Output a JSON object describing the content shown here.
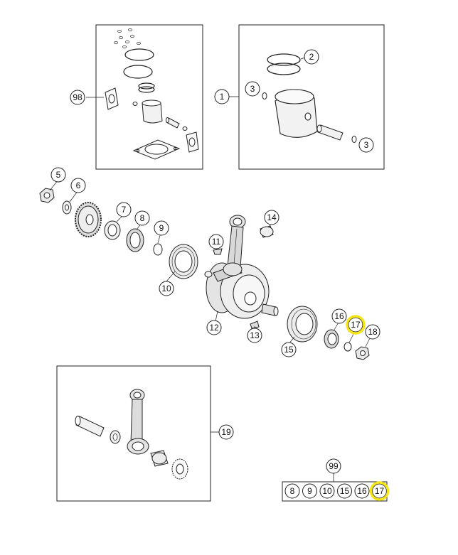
{
  "colors": {
    "line": "#222222",
    "part_fill": "#f2f2f2",
    "part_shade": "#d7d7d7",
    "highlight": "#f5e51a"
  },
  "callouts": [
    {
      "id": "c98",
      "label": "98",
      "highlighted": false
    },
    {
      "id": "c1",
      "label": "1",
      "highlighted": false
    },
    {
      "id": "c2",
      "label": "2",
      "highlighted": false
    },
    {
      "id": "c3a",
      "label": "3",
      "highlighted": false
    },
    {
      "id": "c3b",
      "label": "3",
      "highlighted": false
    },
    {
      "id": "c5",
      "label": "5",
      "highlighted": false
    },
    {
      "id": "c6",
      "label": "6",
      "highlighted": false
    },
    {
      "id": "c7",
      "label": "7",
      "highlighted": false
    },
    {
      "id": "c8",
      "label": "8",
      "highlighted": false
    },
    {
      "id": "c9",
      "label": "9",
      "highlighted": false
    },
    {
      "id": "c10",
      "label": "10",
      "highlighted": false
    },
    {
      "id": "c11",
      "label": "11",
      "highlighted": false
    },
    {
      "id": "c12",
      "label": "12",
      "highlighted": false
    },
    {
      "id": "c13",
      "label": "13",
      "highlighted": false
    },
    {
      "id": "c14",
      "label": "14",
      "highlighted": false
    },
    {
      "id": "c15",
      "label": "15",
      "highlighted": false
    },
    {
      "id": "c16",
      "label": "16",
      "highlighted": false
    },
    {
      "id": "c17",
      "label": "17",
      "highlighted": true
    },
    {
      "id": "c18",
      "label": "18",
      "highlighted": false
    },
    {
      "id": "c19",
      "label": "19",
      "highlighted": false
    },
    {
      "id": "c99",
      "label": "99",
      "highlighted": false
    }
  ],
  "kit_99": [
    {
      "label": "8",
      "highlighted": false
    },
    {
      "label": "9",
      "highlighted": false
    },
    {
      "label": "10",
      "highlighted": false
    },
    {
      "label": "15",
      "highlighted": false
    },
    {
      "label": "16",
      "highlighted": false
    },
    {
      "label": "17",
      "highlighted": true
    }
  ]
}
